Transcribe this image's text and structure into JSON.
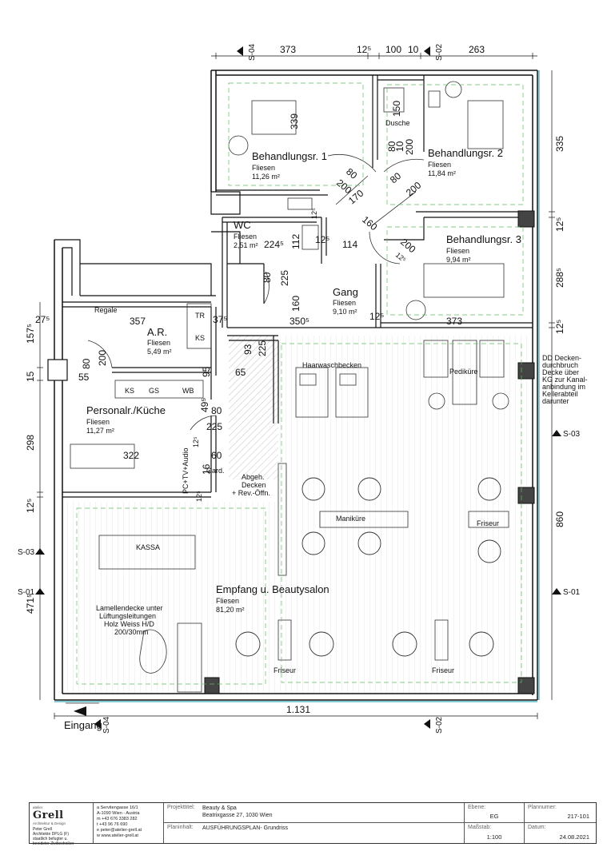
{
  "rooms": {
    "r1": {
      "name": "Behandlungsr. 1",
      "floor": "Fliesen",
      "area": "11,26 m²"
    },
    "r2": {
      "name": "Behandlungsr. 2",
      "floor": "Fliesen",
      "area": "11,84 m²"
    },
    "r3": {
      "name": "Behandlungsr. 3",
      "floor": "Fliesen",
      "area": "9,94 m²"
    },
    "wc": {
      "name": "WC",
      "floor": "Fliesen",
      "area": "2,51 m²"
    },
    "gang": {
      "name": "Gang",
      "floor": "Fliesen",
      "area": "9,10 m²"
    },
    "ar": {
      "name": "A.R.",
      "floor": "Fliesen",
      "area": "5,49 m²"
    },
    "kitchen": {
      "name": "Personalr./Küche",
      "floor": "Fliesen",
      "area": "11,27 m²"
    },
    "salon": {
      "name": "Empfang u. Beautysalon",
      "floor": "Fliesen",
      "area": "81,20 m²"
    },
    "dusche": {
      "name": "Dusche"
    }
  },
  "labels": {
    "regale": "Regale",
    "tr": "TR",
    "ks": "KS",
    "ks2": "KS",
    "gs": "GS",
    "wb": "WB",
    "haarwaschbecken": "Haarwaschbecken",
    "pedikuere": "Pediküre",
    "manikuere": "Maniküre",
    "friseur_a": "Friseur",
    "friseur_b": "Friseur",
    "friseur_c": "Friseur",
    "kassa": "KASSA",
    "garderobe": "Gard.",
    "pc": "PC+TV+Audio",
    "abgeh_1": "Abgeh.",
    "abgeh_2": "Decken",
    "abgeh_3": "+ Rev.-Öffn.",
    "lamellen_1": "Lamellendecke unter",
    "lamellen_2": "Lüftungsleitungen",
    "lamellen_3": "Holz Weiss H/D",
    "lamellen_4": "200/30mm",
    "dd_1": "DD Decken-",
    "dd_2": "durchbruch",
    "dd_3": "Decke über",
    "dd_4": "KG zur Kanal-",
    "dd_5": "anbindung im",
    "dd_6": "Kellerabteil",
    "dd_7": "darunter",
    "eingang": "Eingang",
    "s03_l": "S-03",
    "s01_l": "S-01",
    "s03_r": "S-03",
    "s01_r": "S-01",
    "s04_t": "S-04",
    "s02_t": "S-02",
    "s04_b": "S-04",
    "s02_b": "S-02"
  },
  "dims": {
    "top_373": "373",
    "top_125": "12⁵",
    "top_100": "100",
    "top_10": "10",
    "top_263": "263",
    "bottom_1131": "1.131",
    "right_335": "335",
    "right_125a": "12⁵",
    "right_2885": "288⁵",
    "right_125b": "12⁵",
    "right_860": "860",
    "left_1575": "157⁵",
    "left_15": "15",
    "left_298": "298",
    "left_125": "12⁵",
    "left_4715": "471⁵",
    "d339": "339",
    "d150": "150",
    "d80a": "80",
    "d10": "10",
    "d200a": "200",
    "d80b": "80",
    "d200b": "200",
    "d170": "170",
    "d80c": "80",
    "d200c": "200",
    "d160a": "160",
    "d125a": "12⁵",
    "d2245": "224⁵",
    "d112": "112",
    "d125b": "12⁵",
    "d114": "114",
    "d200d": "200",
    "d125c": "12⁵",
    "d80d": "80",
    "d225a": "225",
    "d160b": "160",
    "d357": "357",
    "d375": "37⁵",
    "d3505": "350⁵",
    "d125d": "12⁵",
    "d373": "373",
    "d275": "27⁵",
    "d80e": "80",
    "d200e": "200",
    "d55": "55",
    "d93": "93",
    "d225b": "225",
    "d95": "95",
    "d65": "65",
    "d495": "49⁵",
    "d80f": "80",
    "d225c": "225",
    "d125e": "12⁵",
    "d60": "60",
    "d16": "16",
    "d322": "322",
    "d125f": "12⁵"
  },
  "titleblock": {
    "logo": "Grell",
    "logo_top": "atelier",
    "logo_sub": "Architektur & Design",
    "firm_1": "Peter Grell",
    "firm_2": "Architekte DPLG (F)",
    "firm_3": "staatlich befugter u.",
    "firm_4": "beeideter Ziviltechniker",
    "addr_1": "a  Servitengasse 16/1",
    "addr_2": "   A-1090 Wien - Austria",
    "addr_3": "m  +43 676 3383 282",
    "addr_4": "t  +43 96 76 690",
    "addr_5": "e  peter@atelier-grell.at",
    "addr_6": "w  www.atelier-grell.at",
    "projekttitel_label": "Projekttitel:",
    "projekttitel_1": "Beauty & Spa",
    "projekttitel_2": "Beatrixgasse 27, 1030 Wien",
    "planinhalt_label": "Planinhalt:",
    "planinhalt": "AUSFÜHRUNGSPLAN- Grundriss",
    "ebene_label": "Ebene:",
    "ebene": "EG",
    "massstab_label": "Maßstab:",
    "massstab": "1:100",
    "plannummer_label": "Plannumer:",
    "plannummer": "217-101",
    "datum_label": "Datum:",
    "datum": "24.08.2021"
  }
}
